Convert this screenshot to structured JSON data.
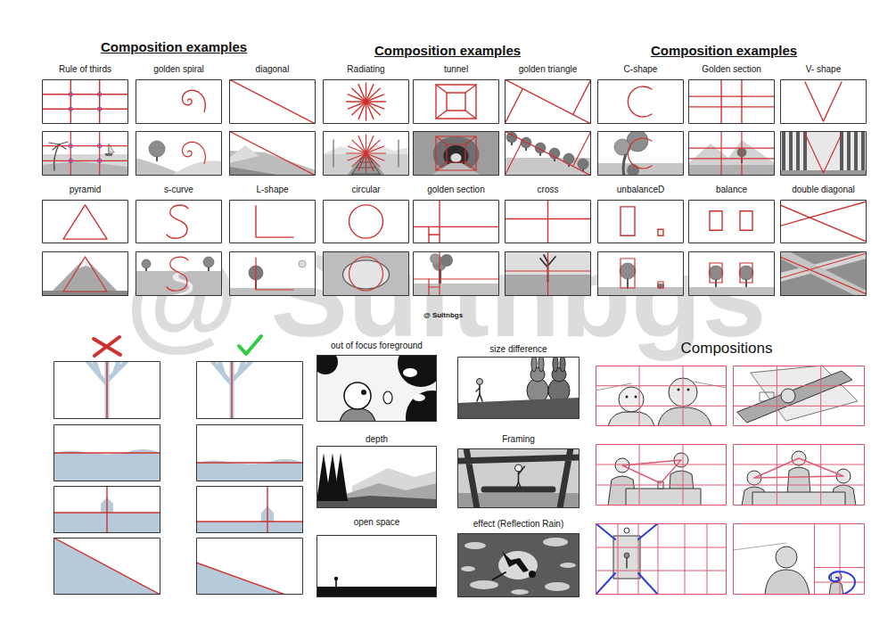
{
  "diagram": {
    "nodes": [
      {
        "text": [
          "Rule of thirds"
        ]
      },
      {
        "text": [
          "golden spiral"
        ]
      },
      {
        "text": [
          "diagonal"
        ]
      },
      {
        "text": [
          "Radiating"
        ]
      },
      {
        "text": [
          "tunnel"
        ]
      },
      {
        "text": [
          "golden triangle"
        ]
      },
      {
        "text": [
          "C-shape"
        ]
      },
      {
        "text": [
          "Golden section"
        ]
      },
      {
        "text": [
          "V- shape"
        ]
      },
      {
        "text": [
          "pyramid"
        ]
      },
      {
        "text": [
          "s-curve"
        ]
      },
      {
        "text": [
          "L-shape"
        ]
      },
      {
        "text": [
          "circular"
        ]
      },
      {
        "text": [
          "golden section"
        ]
      },
      {
        "text": [
          "cross"
        ]
      },
      {
        "text": [
          "unbalanceD"
        ]
      },
      {
        "text": [
          "balance"
        ]
      },
      {
        "text": [
          "double diagonal"
        ]
      },
      {
        "text": [
          "out of focus foreground"
        ]
      },
      {
        "text": [
          "size difference"
        ]
      },
      {
        "text": [
          "depth"
        ]
      },
      {
        "text": [
          "Framing"
        ]
      },
      {
        "text": [
          "open space"
        ]
      },
      {
        "text": [
          "effect (Reflection Rain)"
        ]
      }
    ],
    "labels": [
      "Composition examples",
      "Composition examples",
      "Composition examples",
      "@ Sultnbgs",
      "@ Sultnbgs",
      "Compositions"
    ]
  }
}
